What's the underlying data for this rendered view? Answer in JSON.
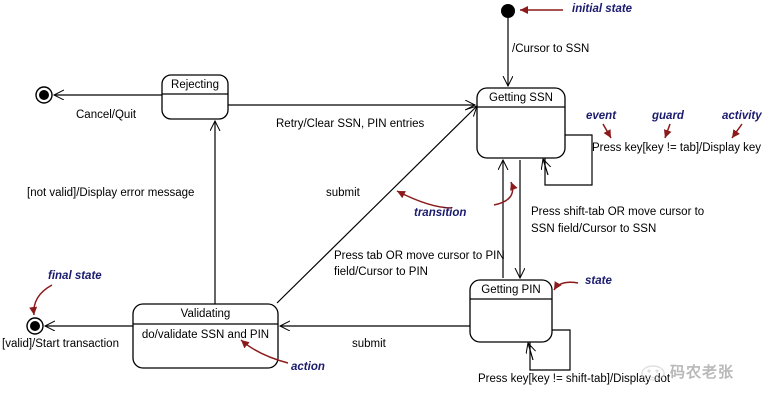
{
  "diagram": {
    "title": "ATM SSN/PIN entry UML state machine diagram",
    "stroke_color": "#000000",
    "annotation_color": "#1b1b6e",
    "annotation_arrow_color": "#8b1a1a"
  },
  "states": {
    "rejecting": {
      "name": "Rejecting",
      "activity": ""
    },
    "getting_ssn": {
      "name": "Getting SSN",
      "activity": ""
    },
    "validating": {
      "name": "Validating",
      "activity": "do/validate SSN and PIN"
    },
    "getting_pin": {
      "name": "Getting PIN",
      "activity": ""
    }
  },
  "pseudostates": {
    "initial": "initial-state-dot",
    "final_top": "final-state-bullseye",
    "final_bottom": "final-state-bullseye"
  },
  "transitions": [
    {
      "id": "init-to-ssn",
      "label": "/Cursor to SSN"
    },
    {
      "id": "rejecting-to-final",
      "label": "Cancel/Quit"
    },
    {
      "id": "rejecting-to-ssn",
      "label": "Retry/Clear SSN, PIN entries"
    },
    {
      "id": "validating-to-rejecting",
      "label": "[not valid]/Display error message"
    },
    {
      "id": "validating-to-final",
      "label": "[valid]/Start transaction"
    },
    {
      "id": "pin-to-validating",
      "label": "submit"
    },
    {
      "id": "ssn-to-validating",
      "label": "submit"
    },
    {
      "id": "ssn-to-pin",
      "label": "Press tab OR move cursor to PIN field/Cursor to PIN"
    },
    {
      "id": "pin-to-ssn",
      "label": "Press shift-tab OR move cursor to SSN field/Cursor to SSN"
    },
    {
      "id": "ssn-self",
      "label": "Press key[key != tab]/Display key"
    },
    {
      "id": "pin-self",
      "label": "Press key[key != shift-tab]/Display dot"
    }
  ],
  "labels": {
    "cursor_to_ssn": "/Cursor to SSN",
    "cancel_quit": "Cancel/Quit",
    "retry_clear": "Retry/Clear SSN, PIN entries",
    "not_valid": "[not valid]/Display error message",
    "valid_start": "[valid]/Start transaction",
    "submit_upper": "submit",
    "submit_lower": "submit",
    "press_tab_line1": "Press tab OR move cursor to PIN",
    "press_tab_line2": "field/Cursor to PIN",
    "press_shift_tab_line1": "Press shift-tab OR move cursor to",
    "press_shift_tab_line2": "SSN field/Cursor to SSN",
    "ssn_self_loop": "Press key[key != tab]/Display key",
    "pin_self_loop": "Press key[key != shift-tab]/Display dot"
  },
  "annotations": [
    {
      "id": "initial-state",
      "text": "initial state"
    },
    {
      "id": "event",
      "text": "event"
    },
    {
      "id": "guard",
      "text": "guard"
    },
    {
      "id": "activity",
      "text": "activity"
    },
    {
      "id": "transition",
      "text": "transition"
    },
    {
      "id": "state",
      "text": "state"
    },
    {
      "id": "final-state",
      "text": "final state"
    },
    {
      "id": "action",
      "text": "action"
    }
  ],
  "watermark": {
    "text": "码农老张"
  }
}
